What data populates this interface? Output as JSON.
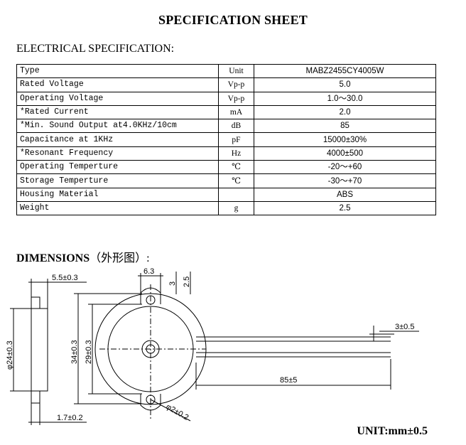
{
  "title": "SPECIFICATION SHEET",
  "electrical_heading": "ELECTRICAL SPECIFICATION:",
  "table": {
    "header": [
      "Type",
      "Unit",
      "MABZ2455CY4005W"
    ],
    "rows": [
      [
        "Rated Voltage",
        "Vp-p",
        "5.0"
      ],
      [
        "Operating Voltage",
        "Vp-p",
        "1.0～30.0"
      ],
      [
        "*Rated Current",
        "mA",
        "2.0"
      ],
      [
        "*Min. Sound Output at4.0KHz/10cm",
        "dB",
        "85"
      ],
      [
        "Capacitance at 1KHz",
        "pF",
        "15000±30%"
      ],
      [
        "*Resonant Frequency",
        "Hz",
        "4000±500"
      ],
      [
        "Operating Temperture",
        "℃",
        "-20～+60"
      ],
      [
        "Storage Temperture",
        "℃",
        "-30～+70"
      ],
      [
        "Housing Material",
        "",
        "ABS"
      ],
      [
        "Weight",
        "g",
        "2.5"
      ]
    ]
  },
  "dimensions_heading": "DIMENSIONS",
  "dimensions_heading_cn": "（外形图）:",
  "dims": {
    "d_side_thickness": "5.5±0.3",
    "d_diameter": "φ24±0.3",
    "d_bottom": "1.7±0.2",
    "d_top_width": "6.3",
    "d_top_3": "3",
    "d_top_25": "2.5",
    "d_height_34": "34±0.3",
    "d_height_29": "29±0.3",
    "d_hole": "φ2±0.2",
    "d_lead_len": "85±5",
    "d_lead_strip": "3±0.5"
  },
  "unit_note": "UNIT:mm±0.5"
}
